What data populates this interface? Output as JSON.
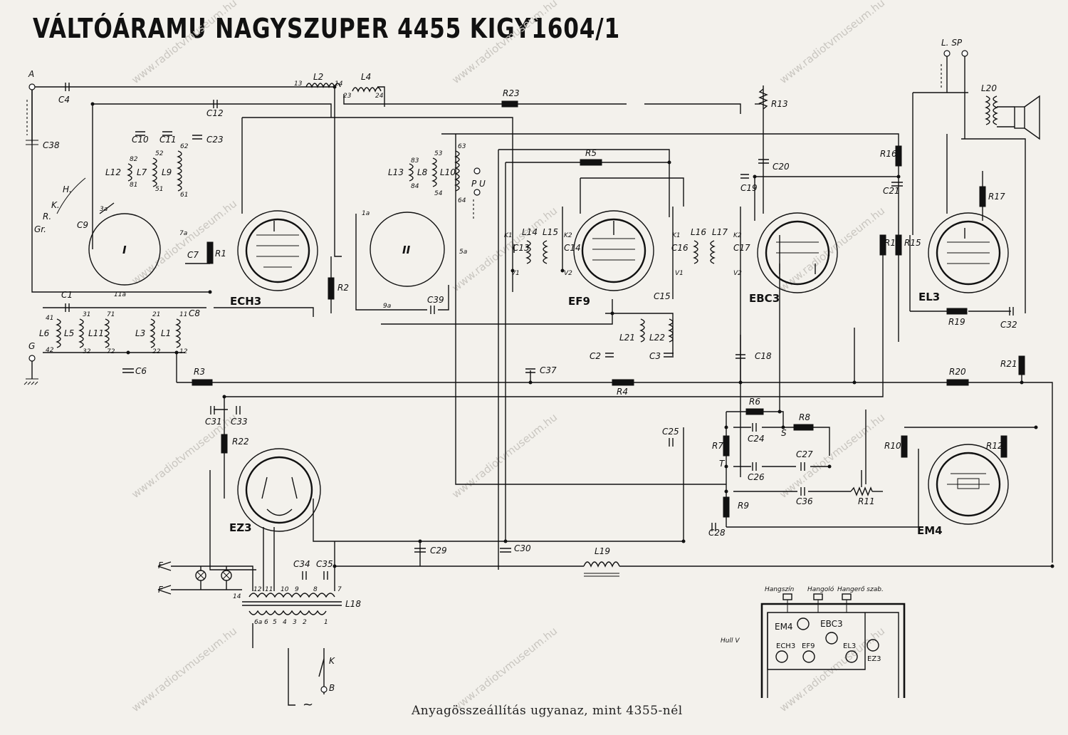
{
  "title": "VÁLTÓÁRAMU NAGYSZUPER 4455   KIGY1604/1",
  "caption": "Anyagösszeállítás ugyanaz, mint 4355-nél",
  "watermark": "www.radiotvmuseum.hu",
  "tubes": {
    "ech3": "ECH3",
    "ef9": "EF9",
    "ebc3": "EBC3",
    "el3": "EL3",
    "ez3": "EZ3",
    "em4": "EM4"
  },
  "switches": {
    "s1": "I",
    "s2": "II"
  },
  "terminals": {
    "antenna": "A",
    "ground": "G",
    "pickup": "P U",
    "ext_speaker": "L. SP",
    "mains_f1": "F",
    "mains_f2": "F",
    "mains_k": "K",
    "mains_b": "B",
    "mains_ac": "~"
  },
  "band_labels": {
    "h": "H.",
    "k": "K.",
    "r": "R.",
    "gr": "Gr."
  },
  "resistors": {
    "r1": "R1",
    "r2": "R2",
    "r3": "R3",
    "r4": "R4",
    "r5": "R5",
    "r6": "R6",
    "r7": "R7",
    "r8": "R8",
    "r9": "R9",
    "r10": "R10",
    "r11": "R11",
    "r12": "R12",
    "r13": "R13",
    "r14": "R14",
    "r15": "R15",
    "r16": "R16",
    "r17": "R17",
    "r19": "R19",
    "r20": "R20",
    "r21": "R21",
    "r22": "R22",
    "r23": "R23"
  },
  "capacitors": {
    "c1": "C1",
    "c2": "C2",
    "c3": "C3",
    "c4": "C4",
    "c6": "C6",
    "c7": "C7",
    "c8": "C8",
    "c9": "C9",
    "c10": "C10",
    "c11": "C11",
    "c12": "C12",
    "c13": "C13",
    "c14": "C14",
    "c15": "C15",
    "c16": "C16",
    "c17": "C17",
    "c18": "C18",
    "c19": "C19",
    "c20": "C20",
    "c21": "C21",
    "c23": "C23",
    "c24": "C24",
    "c25": "C25",
    "c26": "C26",
    "c27": "C27",
    "c28": "C28",
    "c29": "C29",
    "c30": "C30",
    "c31": "C31",
    "c32": "C32",
    "c33": "C33",
    "c34": "C34",
    "c35": "C35",
    "c36": "C36",
    "c37": "C37",
    "c38": "C38",
    "c39": "C39"
  },
  "inductors": {
    "l1": "L1",
    "l2": "L2",
    "l3": "L3",
    "l4": "L4",
    "l5": "L5",
    "l6": "L6",
    "l7": "L7",
    "l8": "L8",
    "l9": "L9",
    "l10": "L10",
    "l11": "L11",
    "l12": "L12",
    "l13": "L13",
    "l14": "L14",
    "l15": "L15",
    "l16": "L16",
    "l17": "L17",
    "l18": "L18",
    "l19": "L19",
    "l20": "L20",
    "l21": "L21",
    "l22": "L22"
  },
  "node_labels": {
    "s": "S",
    "t": "T",
    "k1a": "K1",
    "k2a": "K2",
    "v1a": "V1",
    "v2a": "V2",
    "k1b": "K1",
    "k2b": "K2",
    "v1b": "V1",
    "v2b": "V2",
    "p3a": "3a",
    "p7a": "7a",
    "p11a": "11a",
    "p1a": "1a",
    "p5a": "5a",
    "p9a": "9a"
  },
  "coil_pins": {
    "l2a": "13",
    "l2b": "14",
    "l4a": "23",
    "l4b": "24",
    "l12a": "82",
    "l12b": "81",
    "l7a": "52",
    "l7b": "51",
    "l9a": "62",
    "l9b": "61",
    "l13a": "83",
    "l13b": "84",
    "l8a": "53",
    "l8b": "54",
    "l10a": "63",
    "l10b": "64",
    "l6a": "41",
    "l6b": "42",
    "l5a": "31",
    "l5b": "32",
    "l11a": "71",
    "l11b": "72",
    "l3a": "21",
    "l3b": "22",
    "l1a": "11",
    "l1b": "12"
  },
  "transformer_pins": [
    "14",
    "12",
    "11",
    "10",
    "9",
    "8",
    "7",
    "6a",
    "6",
    "5",
    "4",
    "3",
    "2",
    "1"
  ],
  "layout_panel": {
    "knob_tone": "Hangszín",
    "knob_tuning": "Hangoló",
    "knob_volume": "Hangerő szab.",
    "side_label": "Hull V",
    "tubes": [
      "EM4",
      "EBC3",
      "ECH3",
      "EF9",
      "EL3",
      "EZ3"
    ]
  }
}
